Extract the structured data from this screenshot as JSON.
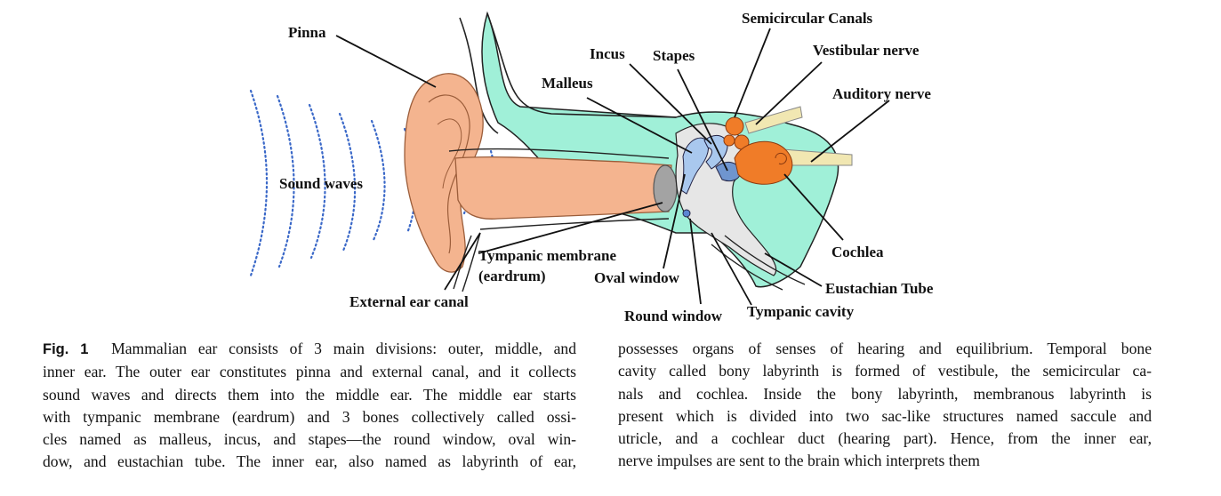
{
  "figure": {
    "labels": {
      "pinna": "Pinna",
      "sound_waves": "Sound waves",
      "external_ear_canal": "External ear canal",
      "tympanic_membrane": "Tympanic membrane",
      "eardrum": "(eardrum)",
      "oval_window": "Oval window",
      "round_window": "Round window",
      "tympanic_cavity": "Tympanic cavity",
      "malleus": "Malleus",
      "incus": "Incus",
      "stapes": "Stapes",
      "semicircular_canals": "Semicircular Canals",
      "vestibular_nerve": "Vestibular nerve",
      "auditory_nerve": "Auditory nerve",
      "cochlea": "Cochlea",
      "eustachian_tube": "Eustachian Tube"
    }
  },
  "caption": {
    "tag": "Fig. 1",
    "left_lines": [
      "Mammalian ear consists of 3 main divisions: outer, middle, and",
      "inner ear. The outer ear constitutes pinna and external canal, and it collects",
      "sound waves and directs them into the middle ear. The middle ear starts",
      "with tympanic membrane (eardrum) and 3 bones collectively called ossi-",
      "cles named as malleus, incus, and stapes—the round window, oval win-",
      "dow, and eustachian tube. The inner ear, also named as labyrinth of ear,"
    ],
    "right_lines": [
      "possesses organs of senses of hearing and equilibrium. Temporal bone",
      "cavity called bony labyrinth is formed of vestibule, the semicircular ca-",
      "nals and cochlea. Inside the bony labyrinth, membranous labyrinth is",
      "present which is divided into two sac-like structures named saccule and",
      "utricle, and a cochlear duct (hearing part). Hence, from the inner ear,",
      "nerve impulses are sent to the brain which interprets them"
    ]
  },
  "colors": {
    "skin": "#f4b48f",
    "skin_dark": "#e8955f",
    "bone": "#a0f0d8",
    "cavity": "#e6e6e6",
    "ossicles": "#a9c8ee",
    "cochlea": "#f07c28",
    "nerve": "#f1e7b2",
    "waves": "#3a68c8"
  }
}
